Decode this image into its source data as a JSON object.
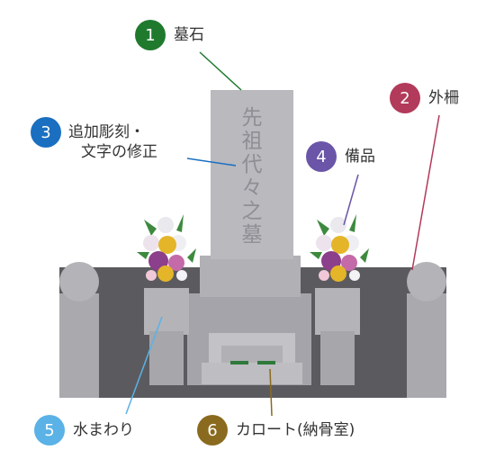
{
  "colors": {
    "c1": "#1f7a2e",
    "c2": "#b23a5a",
    "c3": "#1a6fc0",
    "c4": "#6a55a8",
    "c5": "#5ab2e6",
    "c6": "#8a6a1e",
    "stone": "#a7a7ad",
    "stone_dark": "#8d8d93",
    "base": "#5a5a5e"
  },
  "inscription": [
    "先",
    "祖",
    "代",
    "々",
    "之",
    "墓"
  ],
  "callouts": [
    {
      "num": "1",
      "label": "墓石"
    },
    {
      "num": "2",
      "label": "外柵"
    },
    {
      "num": "3",
      "label_lines": [
        "追加彫刻・",
        "文字の修正"
      ]
    },
    {
      "num": "4",
      "label": "備品"
    },
    {
      "num": "5",
      "label": "水まわり"
    },
    {
      "num": "6",
      "label": "カロート(納骨室)"
    }
  ]
}
